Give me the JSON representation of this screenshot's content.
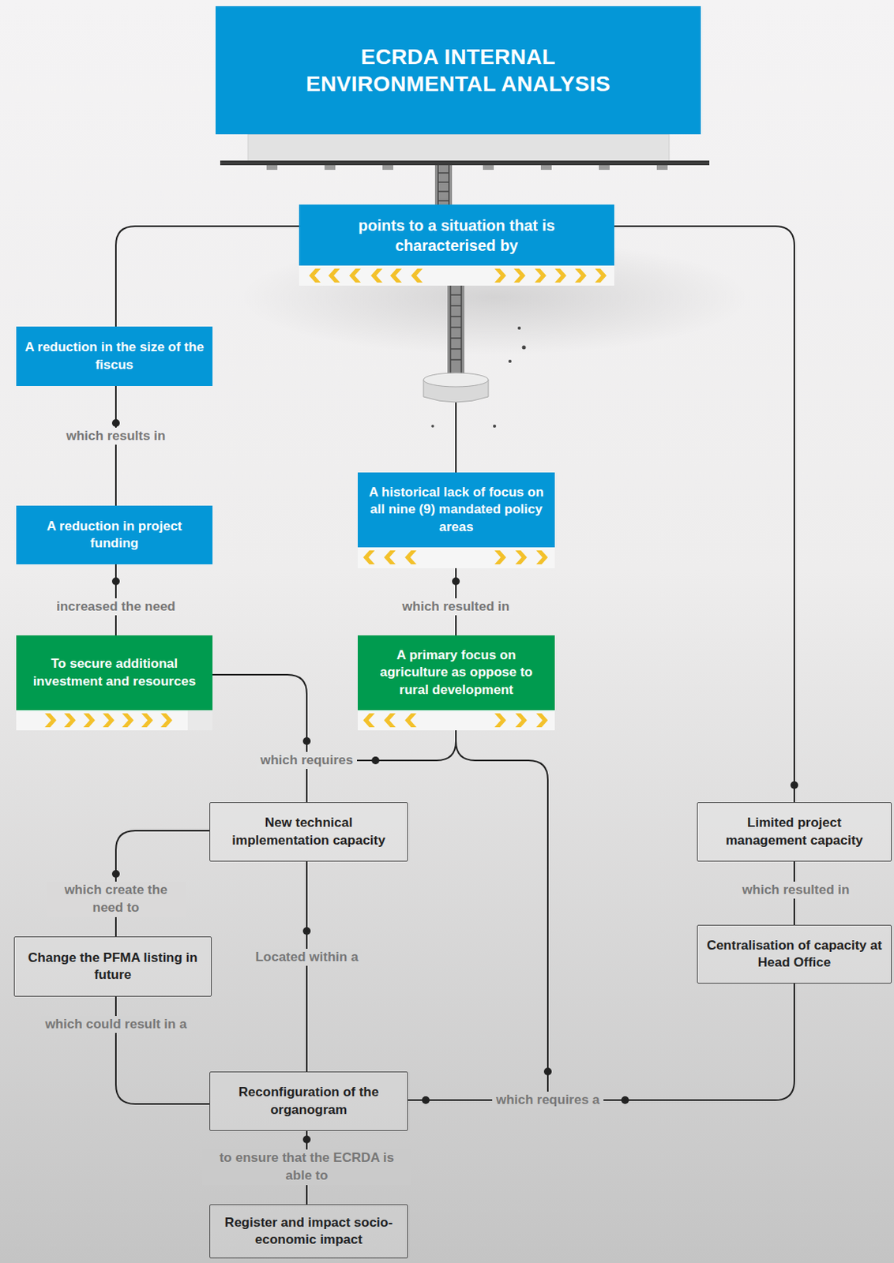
{
  "diagram": {
    "title": "ECRDA INTERNAL ENVIRONMENTAL ANALYSIS",
    "nodes": [
      {
        "text": [
          "points to a situation that is characterised by"
        ]
      },
      {
        "text": [
          "A reduction in the size of the fiscus"
        ]
      },
      {
        "text": [
          "A reduction in project funding"
        ]
      },
      {
        "text": [
          "To secure additional investment and resources"
        ]
      },
      {
        "text": [
          "A historical lack of focus on all nine (9) mandated policy areas"
        ]
      },
      {
        "text": [
          "A primary focus on agriculture as oppose to rural development"
        ]
      },
      {
        "text": [
          "New technical implementation capacity"
        ]
      },
      {
        "text": [
          "Change the PFMA listing in future"
        ]
      },
      {
        "text": [
          "Reconfiguration of the organogram"
        ]
      },
      {
        "text": [
          "Register and impact socio-economic impact"
        ]
      },
      {
        "text": [
          "Limited project management capacity"
        ]
      },
      {
        "text": [
          "Centralisation of capacity at Head Office"
        ]
      }
    ],
    "edges": [
      {
        "from": 0,
        "to": 1,
        "arrow": "none"
      },
      {
        "from": 0,
        "to": 4,
        "arrow": "none"
      },
      {
        "from": 0,
        "to": 10,
        "arrow": "none"
      },
      {
        "from": 1,
        "to": 2,
        "label": "which results in",
        "arrow": "none"
      },
      {
        "from": 2,
        "to": 3,
        "label": "increased the need",
        "arrow": "none"
      },
      {
        "from": 4,
        "to": 5,
        "label": "which resulted in",
        "arrow": "none"
      },
      {
        "from": 3,
        "to": 6,
        "label": "which requires",
        "arrow": "none"
      },
      {
        "from": 5,
        "to": 6,
        "arrow": "none"
      },
      {
        "from": 5,
        "to": 8,
        "arrow": "none"
      },
      {
        "from": 6,
        "to": 7,
        "label": "which create the need to",
        "arrow": "none"
      },
      {
        "from": 6,
        "to": 8,
        "label": "Located within a",
        "arrow": "none"
      },
      {
        "from": 7,
        "to": 8,
        "label": "which could result in a",
        "arrow": "none"
      },
      {
        "from": 10,
        "to": 11,
        "label": "which resulted in",
        "arrow": "none"
      },
      {
        "from": 11,
        "to": 8,
        "label": "which requires a",
        "arrow": "none"
      },
      {
        "from": 8,
        "to": 9,
        "label": "to ensure that the ECRDA is able to",
        "arrow": "none"
      }
    ]
  }
}
